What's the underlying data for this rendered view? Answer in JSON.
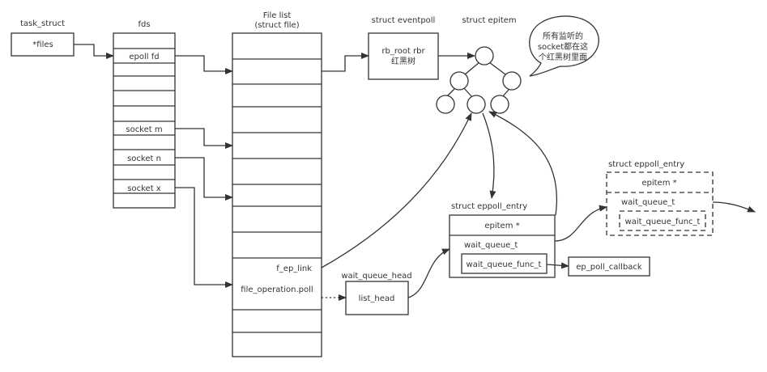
{
  "labels": {
    "task_struct": "task_struct",
    "files_ptr": "*files",
    "fds": "fds",
    "file_list_1": "File list",
    "file_list_2": "(struct file)",
    "eventpoll": "struct eventpoll",
    "rbr_1": "rb_root rbr",
    "rbr_2": "红黑树",
    "epitem": "struct epitem",
    "bubble_1": "所有监听的",
    "bubble_2": "socket都在这",
    "bubble_3": "个红黑树里面",
    "fd_epoll": "epoll fd",
    "fd_socket_m": "socket m",
    "fd_socket_n": "socket n",
    "fd_socket_x": "socket x",
    "f_ep_link": "f_ep_link",
    "file_op_poll": "file_operation.poll",
    "wait_queue_head": "wait_queue_head",
    "list_head": "list_head",
    "entry1_title": "struct eppoll_entry",
    "entry1_epitem": "epitem *",
    "entry1_wq": "wait_queue_t",
    "entry1_func": "wait_queue_func_t",
    "ep_poll_callback": "ep_poll_callback",
    "entry2_title": "struct eppoll_entry",
    "entry2_epitem": "epitem *",
    "entry2_wq": "wait_queue_t",
    "entry2_func": "wait_queue_func_t"
  },
  "colors": {
    "stroke": "#333333",
    "text": "#333333",
    "background": "#ffffff"
  }
}
